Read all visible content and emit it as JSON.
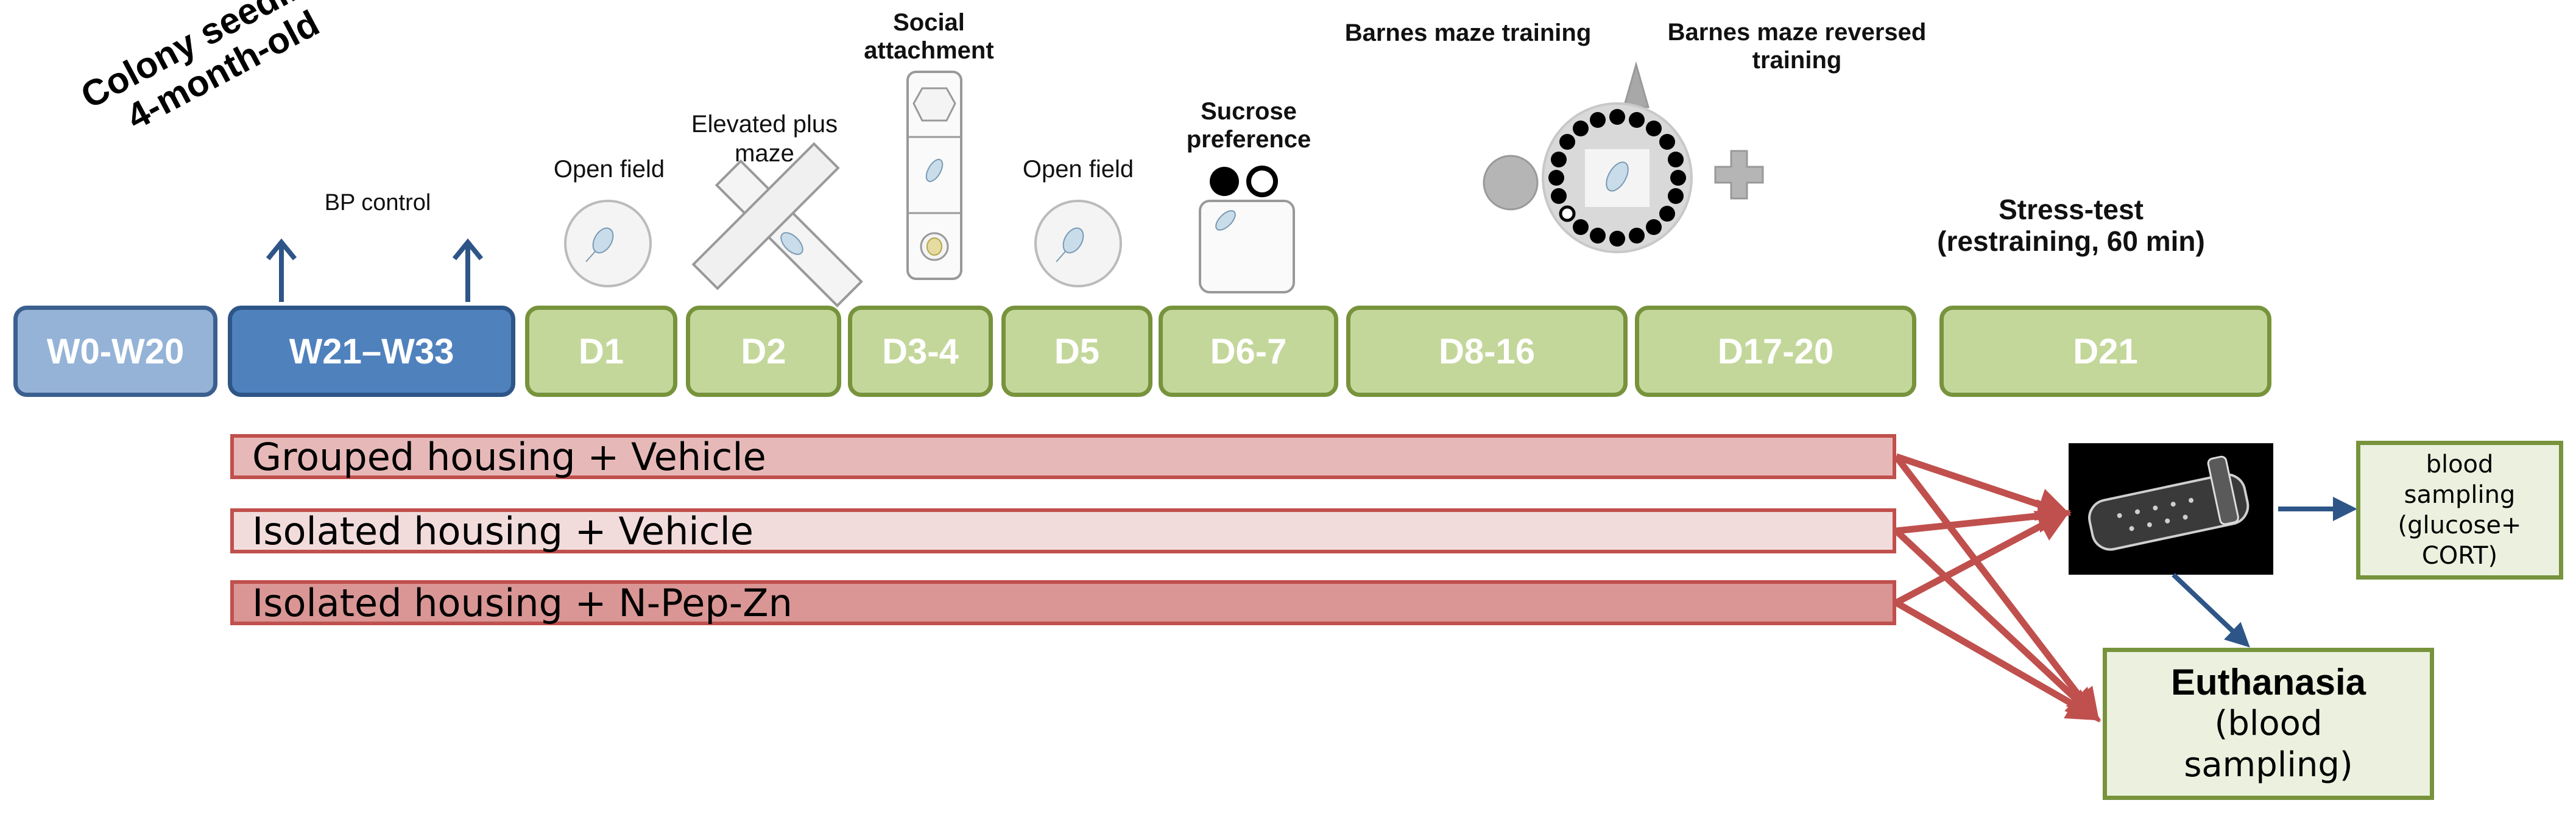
{
  "colony": {
    "line1": "Colony seeding",
    "line2": "4-month-old"
  },
  "bp_control": "BP control",
  "tests": {
    "open_field_1": "Open field",
    "elevated_plus": {
      "line1": "Elevated plus",
      "line2": "maze"
    },
    "social": {
      "line1": "Social",
      "line2": "attachment"
    },
    "open_field_2": "Open field",
    "sucrose": {
      "line1": "Sucrose",
      "line2": "preference"
    },
    "barnes": "Barnes maze training",
    "barnes_rev": {
      "line1": "Barnes maze reversed",
      "line2": "training"
    },
    "stress": {
      "line1": "Stress-test",
      "line2": "(restraining, 60 min)"
    }
  },
  "periods": [
    "W0-W20",
    "W21–W33",
    "D1",
    "D2",
    "D3-4",
    "D5",
    "D6-7",
    "D8-16",
    "D17-20",
    "D21"
  ],
  "groups": [
    "Grouped housing + Vehicle",
    "Isolated housing + Vehicle",
    "Isolated housing + N-Pep-Zn"
  ],
  "blood_box": {
    "line1": "blood",
    "line2": "sampling",
    "line3": "(glucose+",
    "line4": "CORT)"
  },
  "euthanasia": {
    "title": "Euthanasia",
    "line1": "(blood",
    "line2": "sampling)"
  },
  "colors": {
    "blue_light": "#95b3d7",
    "blue_dark": "#4f81bd",
    "green_fill": "#c4d79b",
    "green_border": "#77933c",
    "bar1": "#e6b9b8",
    "bar2": "#f2dcdb",
    "bar3": "#d99694",
    "red_arrow": "#c0504d",
    "blue_arrow": "#2e5587"
  }
}
